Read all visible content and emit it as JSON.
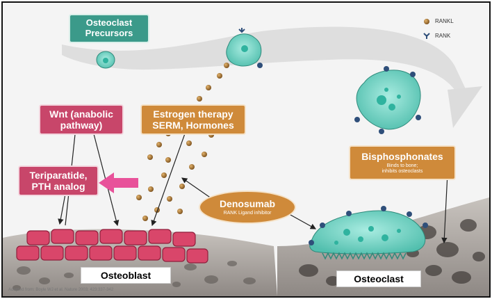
{
  "labels": {
    "osteoclast_precursors": [
      "Osteoclast",
      "Precursors"
    ],
    "wnt": [
      "Wnt (anabolic",
      "pathway)"
    ],
    "estrogen": [
      "Estrogen therapy",
      "SERM, Hormones"
    ],
    "teriparatide": [
      "Teriparatide,",
      "PTH analog"
    ],
    "bisphosphonates_title": "Bisphosphonates",
    "bisphosphonates_sub": [
      "Binds to bone;",
      "inhibits osteoclasts"
    ],
    "denosumab_title": "Denosumab",
    "denosumab_sub": "RANK Ligand inhibitor",
    "osteoblast": "Osteoblast",
    "osteoclast": "Osteoclast"
  },
  "legend": {
    "rankl": "RANKL",
    "rank": "RANK"
  },
  "credit": "Adapted from: Boyle WJ et al. Nature 2003; 423:337-342",
  "colors": {
    "teal": "#3b9a8a",
    "pink": "#c8466a",
    "orange": "#cf8a3a",
    "cell": "#6fd1c2",
    "rankl": "#a8782e",
    "rank": "#2f4f7a",
    "osteoblast_cell": "#d9466a"
  }
}
